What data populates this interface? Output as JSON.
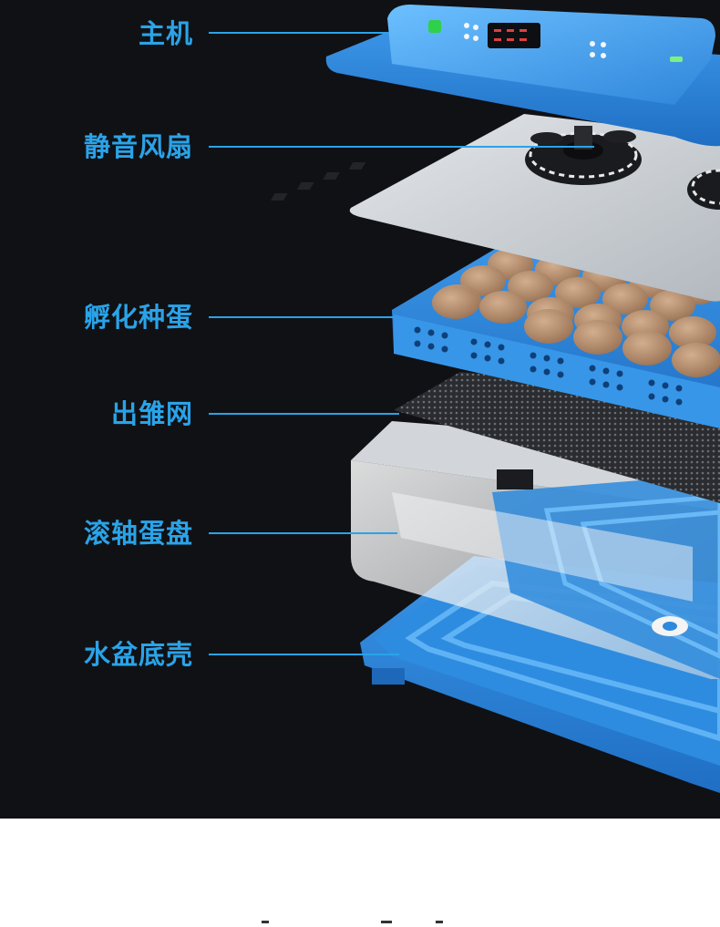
{
  "components": [
    {
      "key": "host",
      "label": "主机"
    },
    {
      "key": "fan",
      "label": "静音风扇"
    },
    {
      "key": "eggs",
      "label": "孵化种蛋"
    },
    {
      "key": "net",
      "label": "出雏网"
    },
    {
      "key": "tray",
      "label": "滚轴蛋盘"
    },
    {
      "key": "base",
      "label": "水盆底壳"
    }
  ],
  "colors": {
    "background": "#101115",
    "accent": "#2aa3e8",
    "shell_blue": "#2f8fe0",
    "egg": "#b08a6b",
    "fan_plate": "#cfd4d8"
  }
}
